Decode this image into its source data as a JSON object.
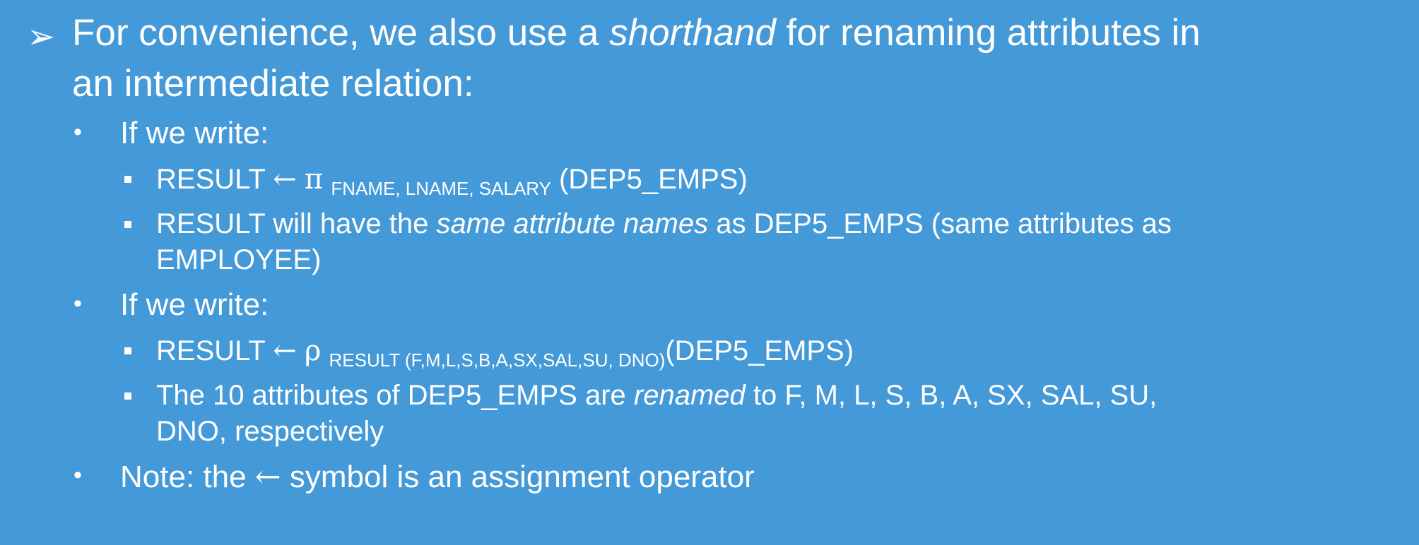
{
  "main_point": {
    "pre": "For convenience, we also use a ",
    "emph": "shorthand",
    "post": " for renaming attributes in",
    "line2": "an intermediate relation:"
  },
  "bullet1": {
    "label": "If we write:",
    "formula": {
      "lhs": "RESULT",
      "arrow": "←",
      "op": "π",
      "subscript": "FNAME, LNAME, SALARY",
      "arg": "(DEP5_EMPS)"
    },
    "explanation": {
      "pre": "RESULT will have the ",
      "emph": "same attribute names",
      "post": " as DEP5_EMPS (same attributes as",
      "line2": "EMPLOYEE)"
    }
  },
  "bullet2": {
    "label": "If we write:",
    "formula": {
      "lhs": "RESULT",
      "arrow": "←",
      "op": "ρ",
      "subscript": "RESULT (F,M,L,S,B,A,SX,SAL,SU, DNO)",
      "arg": "(DEP5_EMPS)"
    },
    "explanation": {
      "pre": "The 10 attributes of DEP5_EMPS are ",
      "emph": "renamed",
      "post": " to F, M, L, S, B, A, SX, SAL, SU,",
      "line2": "DNO, respectively"
    }
  },
  "note": {
    "pre": "Note: the ",
    "arrow": "←",
    "post": " symbol is an assignment operator"
  }
}
